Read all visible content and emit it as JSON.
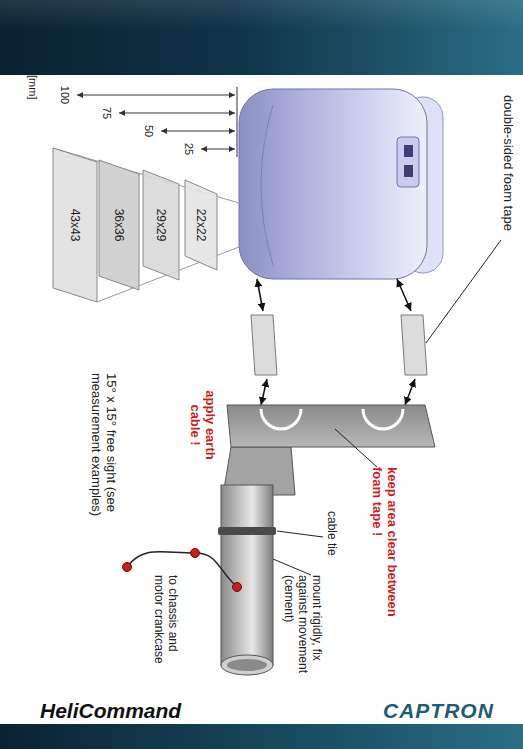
{
  "diagram": {
    "nodes": [
      {
        "text": [
          "22x22"
        ]
      },
      {
        "text": [
          "29x29"
        ]
      },
      {
        "text": [
          "36x36"
        ]
      },
      {
        "text": [
          "43x43"
        ]
      }
    ],
    "labels": [
      "double-sided foam tape",
      "keep area clear between foam tape !",
      "cable tie",
      "apply earth cable !",
      "mount rigidly, fix against movement (cement)",
      "to chassis and motor crankcase",
      "15° x 15° free sight (see measurement examples)",
      "[mm]",
      "100",
      "75",
      "50",
      "25",
      "HeliCommand",
      "CAPTRON"
    ]
  }
}
